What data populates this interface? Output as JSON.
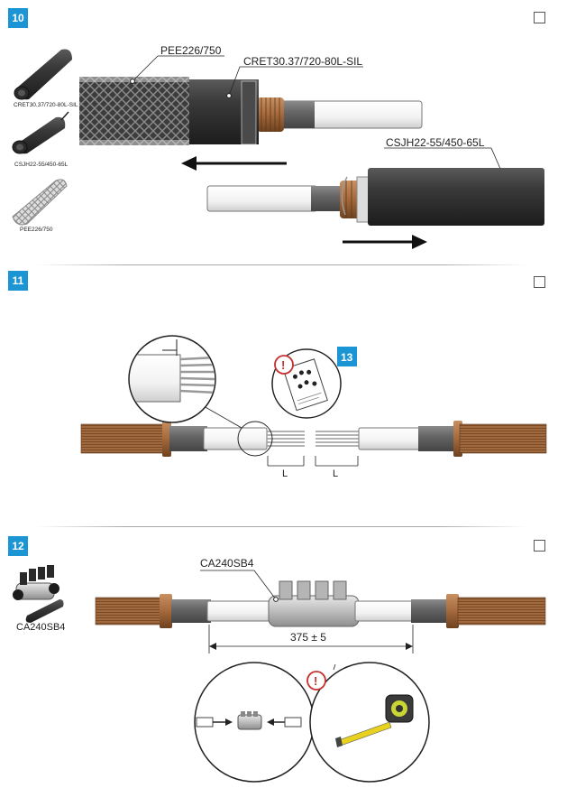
{
  "steps": [
    {
      "number": "10"
    },
    {
      "number": "11"
    },
    {
      "number": "12"
    }
  ],
  "step10": {
    "kit_items": [
      "CRET30.37/720-80L-SIL",
      "CSJH22-55/450-65L",
      "PEE226/750"
    ],
    "callouts": [
      "PEE226/750",
      "CRET30.37/720-80L-SIL",
      "CSJH22-55/450-65L"
    ]
  },
  "step11": {
    "ref_step": "13",
    "dim_left": "L",
    "dim_right": "L",
    "warning_symbol": "!"
  },
  "step12": {
    "kit_label": "CA240SB4",
    "connector_label": "CA240SB4",
    "dimension": "375 ± 5",
    "warning_symbol": "!"
  },
  "colors": {
    "badge": "#1b95d3",
    "warning": "#c8302f",
    "copper": "#a4693c",
    "jacket": "#3a3a3a"
  }
}
